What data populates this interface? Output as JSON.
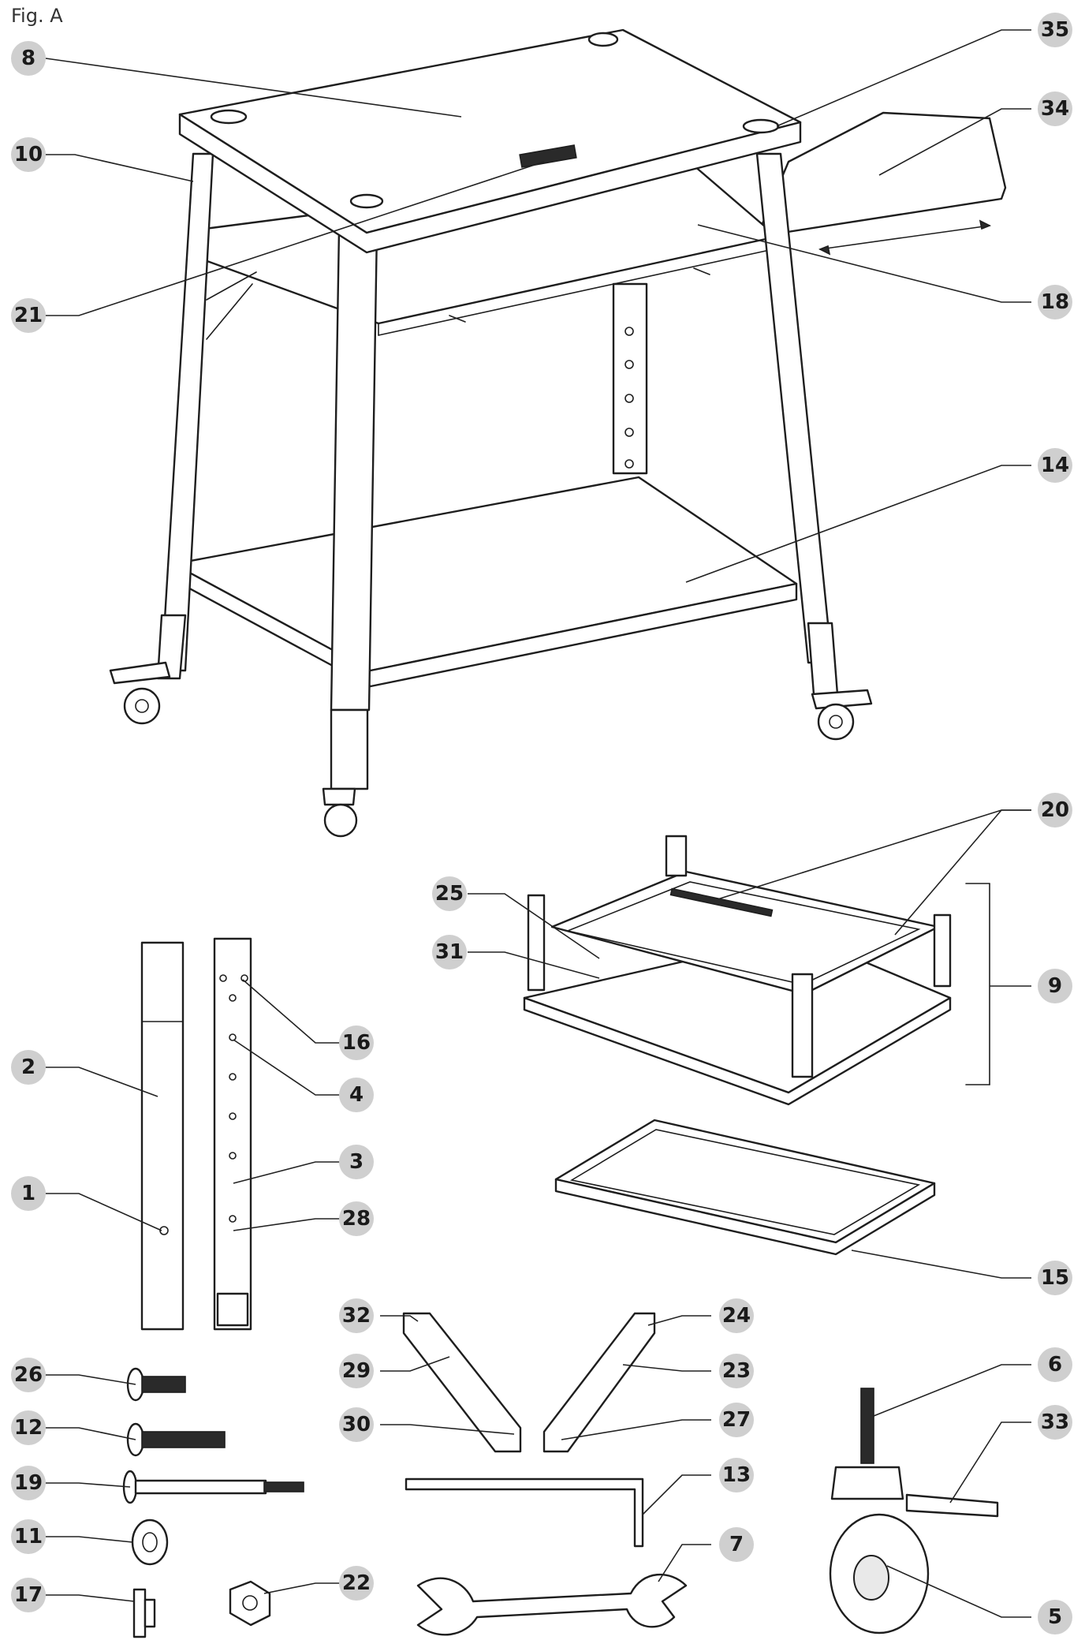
{
  "figure": {
    "title": "Fig. A"
  },
  "callouts": [
    {
      "id": "c8",
      "number": "8"
    },
    {
      "id": "c10",
      "number": "10"
    },
    {
      "id": "c21",
      "number": "21"
    },
    {
      "id": "c35",
      "number": "35"
    },
    {
      "id": "c34",
      "number": "34"
    },
    {
      "id": "c18",
      "number": "18"
    },
    {
      "id": "c14",
      "number": "14"
    },
    {
      "id": "c20",
      "number": "20"
    },
    {
      "id": "c25",
      "number": "25"
    },
    {
      "id": "c31",
      "number": "31"
    },
    {
      "id": "c9",
      "number": "9"
    },
    {
      "id": "c16",
      "number": "16"
    },
    {
      "id": "c4",
      "number": "4"
    },
    {
      "id": "c2",
      "number": "2"
    },
    {
      "id": "c3",
      "number": "3"
    },
    {
      "id": "c1",
      "number": "1"
    },
    {
      "id": "c28",
      "number": "28"
    },
    {
      "id": "c15",
      "number": "15"
    },
    {
      "id": "c32",
      "number": "32"
    },
    {
      "id": "c24",
      "number": "24"
    },
    {
      "id": "c29",
      "number": "29"
    },
    {
      "id": "c23",
      "number": "23"
    },
    {
      "id": "c30",
      "number": "30"
    },
    {
      "id": "c27",
      "number": "27"
    },
    {
      "id": "c6",
      "number": "6"
    },
    {
      "id": "c33",
      "number": "33"
    },
    {
      "id": "c26",
      "number": "26"
    },
    {
      "id": "c12",
      "number": "12"
    },
    {
      "id": "c19",
      "number": "19"
    },
    {
      "id": "c13",
      "number": "13"
    },
    {
      "id": "c11",
      "number": "11"
    },
    {
      "id": "c7",
      "number": "7"
    },
    {
      "id": "c17",
      "number": "17"
    },
    {
      "id": "c22",
      "number": "22"
    },
    {
      "id": "c5",
      "number": "5"
    }
  ]
}
